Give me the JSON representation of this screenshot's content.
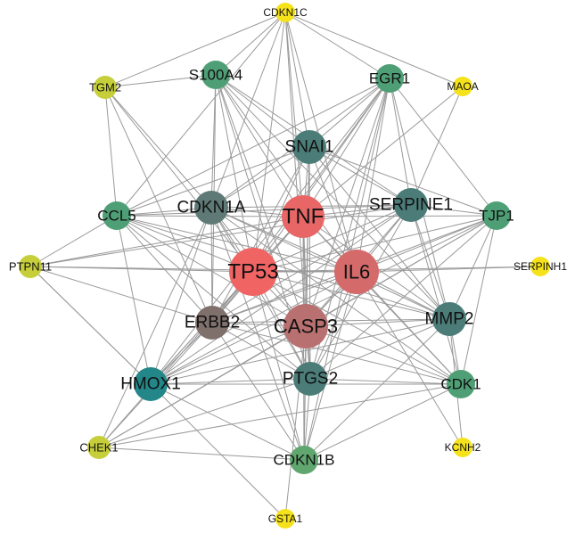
{
  "colors": {
    "edge": "#9a9a9a",
    "tp53": "#f06464",
    "tnf": "#e86666",
    "il6": "#d46a6a",
    "casp3": "#b97070",
    "erbb2": "#7f706c",
    "cdkn1a": "#5f7a76",
    "teal": "#4b7c78",
    "hmox1": "#23878a",
    "green": "#4f9f76",
    "green2": "#60a66f",
    "yellowgreen": "#c6cf3a",
    "yellow": "#f5e21b"
  },
  "nodes": [
    {
      "id": "TP53",
      "label": "TP53",
      "color": "#f06464",
      "tier": 1
    },
    {
      "id": "TNF",
      "label": "TNF",
      "color": "#e86666",
      "tier": 1
    },
    {
      "id": "IL6",
      "label": "IL6",
      "color": "#d46a6a",
      "tier": 1
    },
    {
      "id": "CASP3",
      "label": "CASP3",
      "color": "#b97070",
      "tier": 1
    },
    {
      "id": "ERBB2",
      "label": "ERBB2",
      "color": "#7f706c",
      "tier": 2
    },
    {
      "id": "CDKN1A",
      "label": "CDKN1A",
      "color": "#5f7a76",
      "tier": 2
    },
    {
      "id": "SNAI1",
      "label": "SNAI1",
      "color": "#4b7c78",
      "tier": 2
    },
    {
      "id": "SERPINE1",
      "label": "SERPINE1",
      "color": "#4b7c78",
      "tier": 2
    },
    {
      "id": "MMP2",
      "label": "MMP2",
      "color": "#4b7c78",
      "tier": 2
    },
    {
      "id": "PTGS2",
      "label": "PTGS2",
      "color": "#4b7c78",
      "tier": 2
    },
    {
      "id": "HMOX1",
      "label": "HMOX1",
      "color": "#23878a",
      "tier": 2
    },
    {
      "id": "S100A4",
      "label": "S100A4",
      "color": "#4f9f76",
      "tier": 3
    },
    {
      "id": "EGR1",
      "label": "EGR1",
      "color": "#4f9f76",
      "tier": 3
    },
    {
      "id": "CCL5",
      "label": "CCL5",
      "color": "#4f9f76",
      "tier": 3
    },
    {
      "id": "TJP1",
      "label": "TJP1",
      "color": "#4f9f76",
      "tier": 3
    },
    {
      "id": "CDK1",
      "label": "CDK1",
      "color": "#4f9f76",
      "tier": 3
    },
    {
      "id": "CDKN1B",
      "label": "CDKN1B",
      "color": "#60a66f",
      "tier": 3
    },
    {
      "id": "TGM2",
      "label": "TGM2",
      "color": "#c6cf3a",
      "tier": 4
    },
    {
      "id": "PTPN11",
      "label": "PTPN11",
      "color": "#c6cf3a",
      "tier": 4
    },
    {
      "id": "CHEK1",
      "label": "CHEK1",
      "color": "#c6cf3a",
      "tier": 4
    },
    {
      "id": "CDKN1C",
      "label": "CDKN1C",
      "color": "#f5e21b",
      "tier": 5
    },
    {
      "id": "MAOA",
      "label": "MAOA",
      "color": "#f5e21b",
      "tier": 5
    },
    {
      "id": "SERPINH1",
      "label": "SERPINH1",
      "color": "#f5e21b",
      "tier": 5
    },
    {
      "id": "KCNH2",
      "label": "KCNH2",
      "color": "#f5e21b",
      "tier": 5
    },
    {
      "id": "GSTA1",
      "label": "GSTA1",
      "color": "#f5e21b",
      "tier": 5
    }
  ],
  "edges": [
    [
      "TP53",
      "TNF"
    ],
    [
      "TP53",
      "IL6"
    ],
    [
      "TP53",
      "CASP3"
    ],
    [
      "TP53",
      "ERBB2"
    ],
    [
      "TP53",
      "CDKN1A"
    ],
    [
      "TP53",
      "SNAI1"
    ],
    [
      "TP53",
      "SERPINE1"
    ],
    [
      "TP53",
      "MMP2"
    ],
    [
      "TP53",
      "PTGS2"
    ],
    [
      "TP53",
      "HMOX1"
    ],
    [
      "TP53",
      "S100A4"
    ],
    [
      "TP53",
      "EGR1"
    ],
    [
      "TP53",
      "CCL5"
    ],
    [
      "TP53",
      "TJP1"
    ],
    [
      "TP53",
      "CDK1"
    ],
    [
      "TP53",
      "CDKN1B"
    ],
    [
      "TP53",
      "TGM2"
    ],
    [
      "TP53",
      "PTPN11"
    ],
    [
      "TP53",
      "CHEK1"
    ],
    [
      "TP53",
      "CDKN1C"
    ],
    [
      "TP53",
      "SERPINH1"
    ],
    [
      "TNF",
      "IL6"
    ],
    [
      "TNF",
      "CASP3"
    ],
    [
      "TNF",
      "ERBB2"
    ],
    [
      "TNF",
      "CDKN1A"
    ],
    [
      "TNF",
      "SNAI1"
    ],
    [
      "TNF",
      "SERPINE1"
    ],
    [
      "TNF",
      "MMP2"
    ],
    [
      "TNF",
      "PTGS2"
    ],
    [
      "TNF",
      "HMOX1"
    ],
    [
      "TNF",
      "S100A4"
    ],
    [
      "TNF",
      "EGR1"
    ],
    [
      "TNF",
      "CCL5"
    ],
    [
      "TNF",
      "TJP1"
    ],
    [
      "TNF",
      "CDK1"
    ],
    [
      "TNF",
      "CDKN1B"
    ],
    [
      "TNF",
      "CDKN1C"
    ],
    [
      "TNF",
      "MAOA"
    ],
    [
      "TNF",
      "PTPN11"
    ],
    [
      "IL6",
      "CASP3"
    ],
    [
      "IL6",
      "ERBB2"
    ],
    [
      "IL6",
      "CDKN1A"
    ],
    [
      "IL6",
      "SNAI1"
    ],
    [
      "IL6",
      "SERPINE1"
    ],
    [
      "IL6",
      "MMP2"
    ],
    [
      "IL6",
      "PTGS2"
    ],
    [
      "IL6",
      "HMOX1"
    ],
    [
      "IL6",
      "S100A4"
    ],
    [
      "IL6",
      "EGR1"
    ],
    [
      "IL6",
      "CCL5"
    ],
    [
      "IL6",
      "TJP1"
    ],
    [
      "IL6",
      "CDK1"
    ],
    [
      "IL6",
      "CDKN1B"
    ],
    [
      "IL6",
      "PTPN11"
    ],
    [
      "IL6",
      "SERPINH1"
    ],
    [
      "IL6",
      "KCNH2"
    ],
    [
      "IL6",
      "CDKN1C"
    ],
    [
      "CASP3",
      "ERBB2"
    ],
    [
      "CASP3",
      "CDKN1A"
    ],
    [
      "CASP3",
      "SNAI1"
    ],
    [
      "CASP3",
      "SERPINE1"
    ],
    [
      "CASP3",
      "MMP2"
    ],
    [
      "CASP3",
      "PTGS2"
    ],
    [
      "CASP3",
      "HMOX1"
    ],
    [
      "CASP3",
      "S100A4"
    ],
    [
      "CASP3",
      "EGR1"
    ],
    [
      "CASP3",
      "CCL5"
    ],
    [
      "CASP3",
      "TJP1"
    ],
    [
      "CASP3",
      "CDK1"
    ],
    [
      "CASP3",
      "CDKN1B"
    ],
    [
      "CASP3",
      "CHEK1"
    ],
    [
      "CASP3",
      "GSTA1"
    ],
    [
      "CASP3",
      "CDKN1C"
    ],
    [
      "ERBB2",
      "CDKN1A"
    ],
    [
      "ERBB2",
      "SNAI1"
    ],
    [
      "ERBB2",
      "SERPINE1"
    ],
    [
      "ERBB2",
      "MMP2"
    ],
    [
      "ERBB2",
      "PTGS2"
    ],
    [
      "ERBB2",
      "HMOX1"
    ],
    [
      "ERBB2",
      "S100A4"
    ],
    [
      "ERBB2",
      "EGR1"
    ],
    [
      "ERBB2",
      "CCL5"
    ],
    [
      "ERBB2",
      "TJP1"
    ],
    [
      "ERBB2",
      "CDK1"
    ],
    [
      "ERBB2",
      "CDKN1B"
    ],
    [
      "ERBB2",
      "PTPN11"
    ],
    [
      "ERBB2",
      "CHEK1"
    ],
    [
      "ERBB2",
      "TGM2"
    ],
    [
      "CDKN1A",
      "SNAI1"
    ],
    [
      "CDKN1A",
      "SERPINE1"
    ],
    [
      "CDKN1A",
      "MMP2"
    ],
    [
      "CDKN1A",
      "PTGS2"
    ],
    [
      "CDKN1A",
      "HMOX1"
    ],
    [
      "CDKN1A",
      "S100A4"
    ],
    [
      "CDKN1A",
      "EGR1"
    ],
    [
      "CDKN1A",
      "CCL5"
    ],
    [
      "CDKN1A",
      "CDK1"
    ],
    [
      "CDKN1A",
      "CDKN1B"
    ],
    [
      "CDKN1A",
      "CHEK1"
    ],
    [
      "CDKN1A",
      "CDKN1C"
    ],
    [
      "CDKN1A",
      "TGM2"
    ],
    [
      "SNAI1",
      "SERPINE1"
    ],
    [
      "SNAI1",
      "MMP2"
    ],
    [
      "SNAI1",
      "PTGS2"
    ],
    [
      "SNAI1",
      "S100A4"
    ],
    [
      "SNAI1",
      "EGR1"
    ],
    [
      "SNAI1",
      "CCL5"
    ],
    [
      "SNAI1",
      "TJP1"
    ],
    [
      "SNAI1",
      "CDKN1B"
    ],
    [
      "SNAI1",
      "CDKN1C"
    ],
    [
      "SERPINE1",
      "MMP2"
    ],
    [
      "SERPINE1",
      "PTGS2"
    ],
    [
      "SERPINE1",
      "HMOX1"
    ],
    [
      "SERPINE1",
      "EGR1"
    ],
    [
      "SERPINE1",
      "CCL5"
    ],
    [
      "SERPINE1",
      "TJP1"
    ],
    [
      "SERPINE1",
      "CDK1"
    ],
    [
      "SERPINE1",
      "PTPN11"
    ],
    [
      "SERPINE1",
      "MAOA"
    ],
    [
      "SERPINE1",
      "S100A4"
    ],
    [
      "MMP2",
      "PTGS2"
    ],
    [
      "MMP2",
      "HMOX1"
    ],
    [
      "MMP2",
      "S100A4"
    ],
    [
      "MMP2",
      "EGR1"
    ],
    [
      "MMP2",
      "CCL5"
    ],
    [
      "MMP2",
      "TJP1"
    ],
    [
      "MMP2",
      "CDK1"
    ],
    [
      "MMP2",
      "CDKN1B"
    ],
    [
      "MMP2",
      "KCNH2"
    ],
    [
      "PTGS2",
      "HMOX1"
    ],
    [
      "PTGS2",
      "EGR1"
    ],
    [
      "PTGS2",
      "CCL5"
    ],
    [
      "PTGS2",
      "TJP1"
    ],
    [
      "PTGS2",
      "CDK1"
    ],
    [
      "PTGS2",
      "CDKN1B"
    ],
    [
      "PTGS2",
      "CHEK1"
    ],
    [
      "PTGS2",
      "S100A4"
    ],
    [
      "HMOX1",
      "EGR1"
    ],
    [
      "HMOX1",
      "CCL5"
    ],
    [
      "HMOX1",
      "CDK1"
    ],
    [
      "HMOX1",
      "CDKN1B"
    ],
    [
      "HMOX1",
      "GSTA1"
    ],
    [
      "HMOX1",
      "TJP1"
    ],
    [
      "HMOX1",
      "PTPN11"
    ],
    [
      "S100A4",
      "TGM2"
    ],
    [
      "S100A4",
      "CDKN1C"
    ],
    [
      "EGR1",
      "CCL5"
    ],
    [
      "EGR1",
      "CDKN1C"
    ],
    [
      "EGR1",
      "TJP1"
    ],
    [
      "EGR1",
      "CDKN1B"
    ],
    [
      "CCL5",
      "TGM2"
    ],
    [
      "CCL5",
      "PTPN11"
    ],
    [
      "CCL5",
      "CDKN1C"
    ],
    [
      "TJP1",
      "CDK1"
    ],
    [
      "TJP1",
      "CHEK1"
    ],
    [
      "CDK1",
      "CDKN1B"
    ],
    [
      "CDK1",
      "CHEK1"
    ],
    [
      "CDKN1B",
      "CHEK1"
    ],
    [
      "TGM2",
      "CDKN1C"
    ],
    [
      "CDKN1C",
      "MAOA"
    ],
    [
      "PTPN11",
      "HMOX1"
    ]
  ]
}
